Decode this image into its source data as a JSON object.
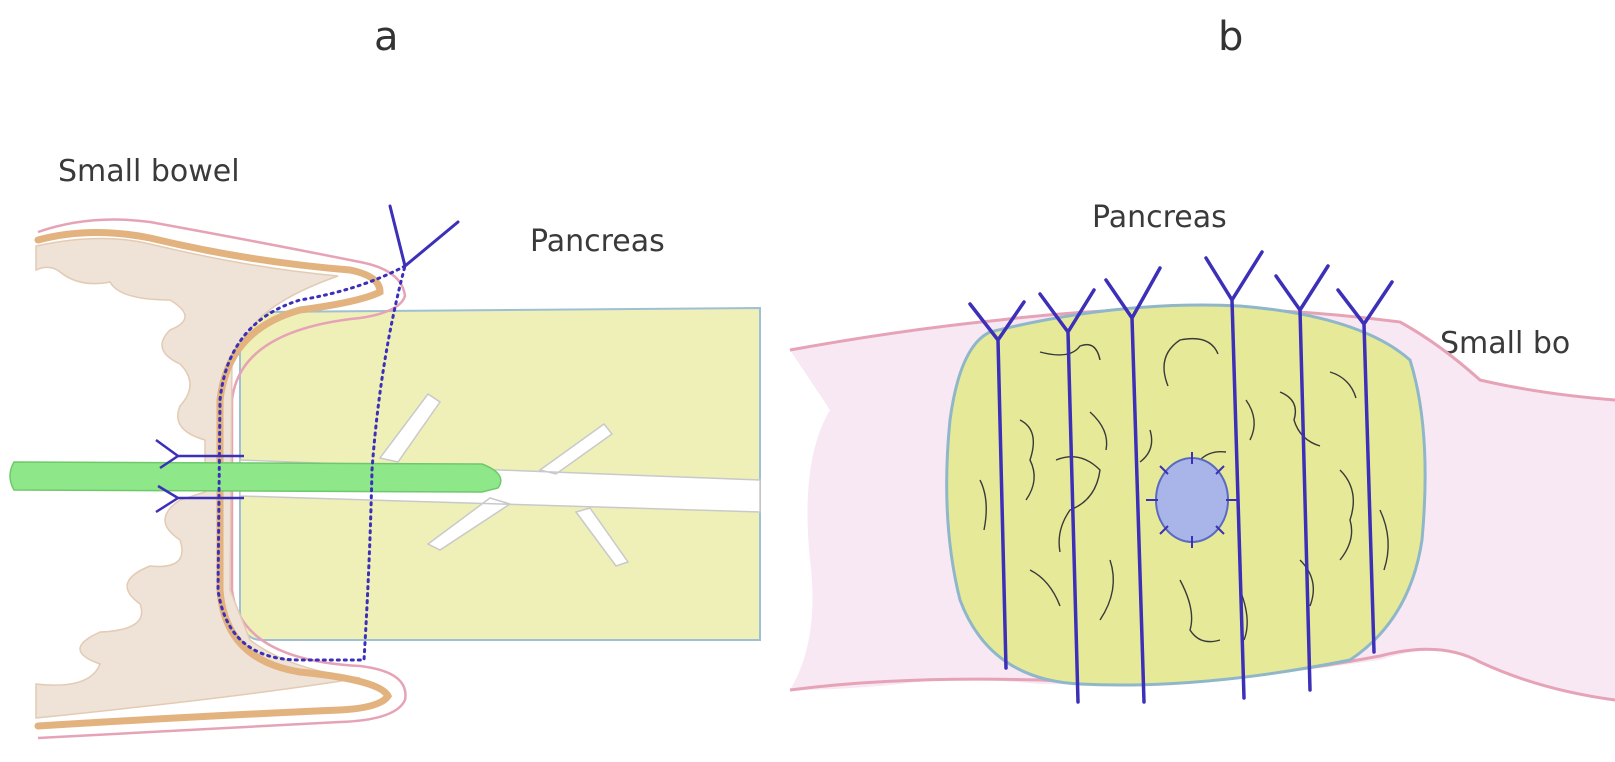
{
  "panels": [
    {
      "letter": "a",
      "labels": {
        "bowel": "Small bowel",
        "pancreas": "Pancreas"
      }
    },
    {
      "letter": "b",
      "labels": {
        "pancreas": "Pancreas",
        "bowel": "Small bo"
      }
    }
  ],
  "colors": {
    "pancreas_fill": "#eef0b8",
    "pancreas_fill_b": "#e6ea98",
    "bowel_wall": "#e8b98a",
    "bowel_mucosa": "#efe2d6",
    "serosa": "#e6a3b6",
    "bowel_b_fill": "#f8e8f4",
    "stent": "#8ee88a",
    "suture": "#3c2fb8",
    "duct": "#ffffff",
    "tumor": "#a9b5e8"
  }
}
